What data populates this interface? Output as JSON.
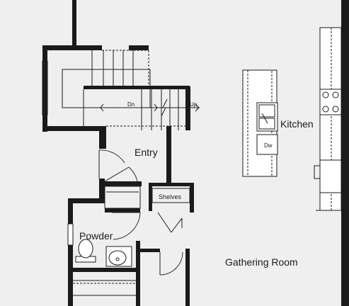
{
  "rooms": {
    "entry": "Entry",
    "kitchen": "Kitchen",
    "powder": "Powder",
    "gathering_room": "Gathering Room",
    "shelves": "Shelves"
  },
  "stairs": {
    "down_label": "Dn",
    "up_label": "Up"
  },
  "appliances": {
    "dishwasher": "Dw"
  }
}
